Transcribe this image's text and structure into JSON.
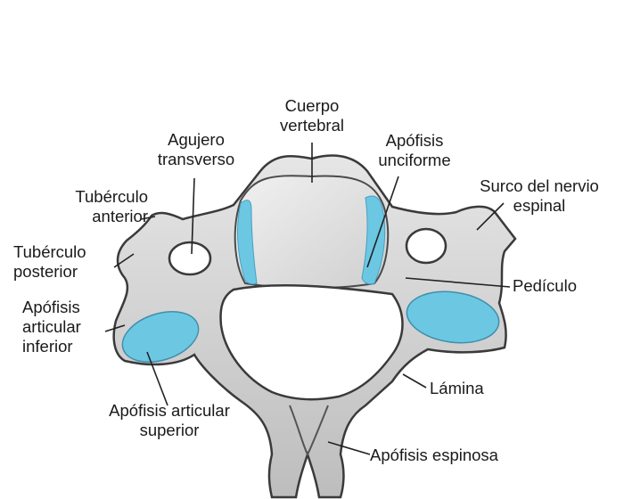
{
  "colors": {
    "background": "#ffffff",
    "bone": "#d9d9d9",
    "bone_outline": "#3a3a3a",
    "cartilage": "#6cc7e3",
    "leader": "#222222"
  },
  "labels": {
    "cuerpo_vertebral": [
      "Cuerpo",
      "vertebral"
    ],
    "agujero_transverso": [
      "Agujero",
      "transverso"
    ],
    "apofisis_unciforme": [
      "Apófisis",
      "unciforme"
    ],
    "tuberculo_anterior": [
      "Tubérculo",
      "anterior"
    ],
    "surco_nervio_espinal": [
      "Surco del nervio",
      "espinal"
    ],
    "tuberculo_posterior": [
      "Tubérculo",
      "posterior"
    ],
    "pediculo": "Pedículo",
    "apofisis_articular_inferior": [
      "Apófisis",
      "articular",
      "inferior"
    ],
    "lamina": "Lámina",
    "apofisis_articular_superior": [
      "Apófisis articular",
      "superior"
    ],
    "apofisis_espinosa": "Apófisis espinosa"
  }
}
